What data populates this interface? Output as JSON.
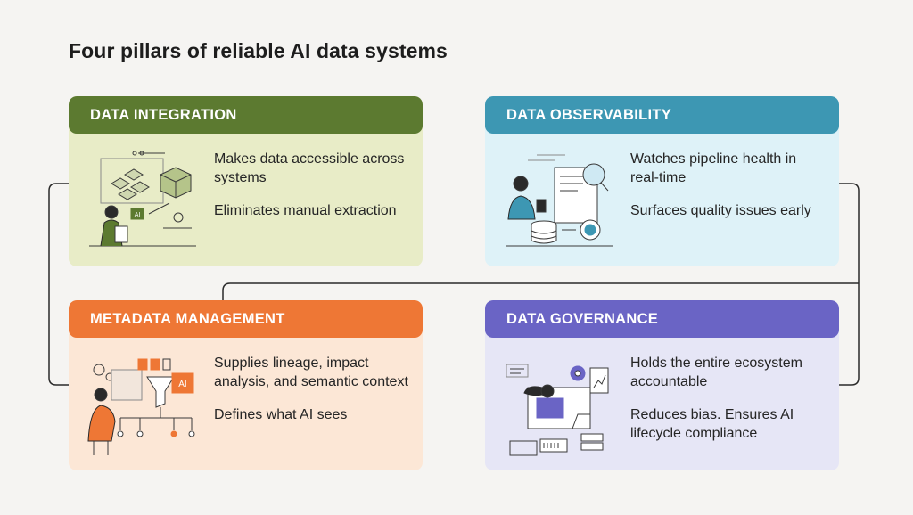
{
  "title": "Four pillars of reliable AI data systems",
  "colors": {
    "integration": "#5c7a30",
    "observability": "#3d97b3",
    "metadata": "#ee7735",
    "governance": "#6a64c5"
  },
  "cards": [
    {
      "heading": "DATA INTEGRATION",
      "points": [
        "Makes data accessible across systems",
        "Eliminates manual extraction"
      ],
      "icon": "integration-illustration",
      "illustration_text": "AI"
    },
    {
      "heading": "DATA OBSERVABILITY",
      "points": [
        "Watches pipeline health in real-time",
        "Surfaces quality issues early"
      ],
      "icon": "observability-illustration"
    },
    {
      "heading": "METADATA MANAGEMENT",
      "points": [
        "Supplies lineage, impact analysis, and semantic context",
        "Defines what AI sees"
      ],
      "icon": "metadata-illustration",
      "illustration_text": "AI"
    },
    {
      "heading": "DATA GOVERNANCE",
      "points": [
        "Holds the entire ecosystem accountable",
        "Reduces bias. Ensures AI lifecycle compliance"
      ],
      "icon": "governance-illustration"
    }
  ]
}
